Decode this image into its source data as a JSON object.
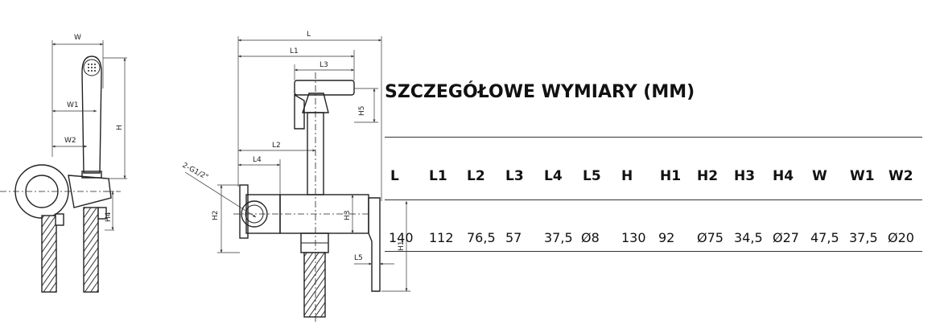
{
  "title": "SZCZEGÓŁOWE WYMIARY (MM)",
  "table": {
    "headers": [
      "L",
      "L1",
      "L2",
      "L3",
      "L4",
      "L5",
      "H",
      "H1",
      "H2",
      "H3",
      "H4",
      "W",
      "W1",
      "W2"
    ],
    "values": [
      "140",
      "112",
      "76,5",
      "57",
      "37,5",
      "Ø8",
      "130",
      "92",
      "Ø75",
      "34,5",
      "Ø27",
      "47,5",
      "37,5",
      "Ø20"
    ]
  },
  "drawing": {
    "side_view": {
      "labels": {
        "w": "W",
        "w1": "W1",
        "w2": "W2",
        "h": "H",
        "h4": "H4"
      }
    },
    "front_view": {
      "labels": {
        "l": "L",
        "l1": "L1",
        "l2": "L2",
        "l3": "L3",
        "l4": "L4",
        "l5": "L5",
        "h1": "H1",
        "h2": "H2",
        "h3": "H3",
        "h5": "H5",
        "thread": "2-G1/2\""
      }
    }
  }
}
